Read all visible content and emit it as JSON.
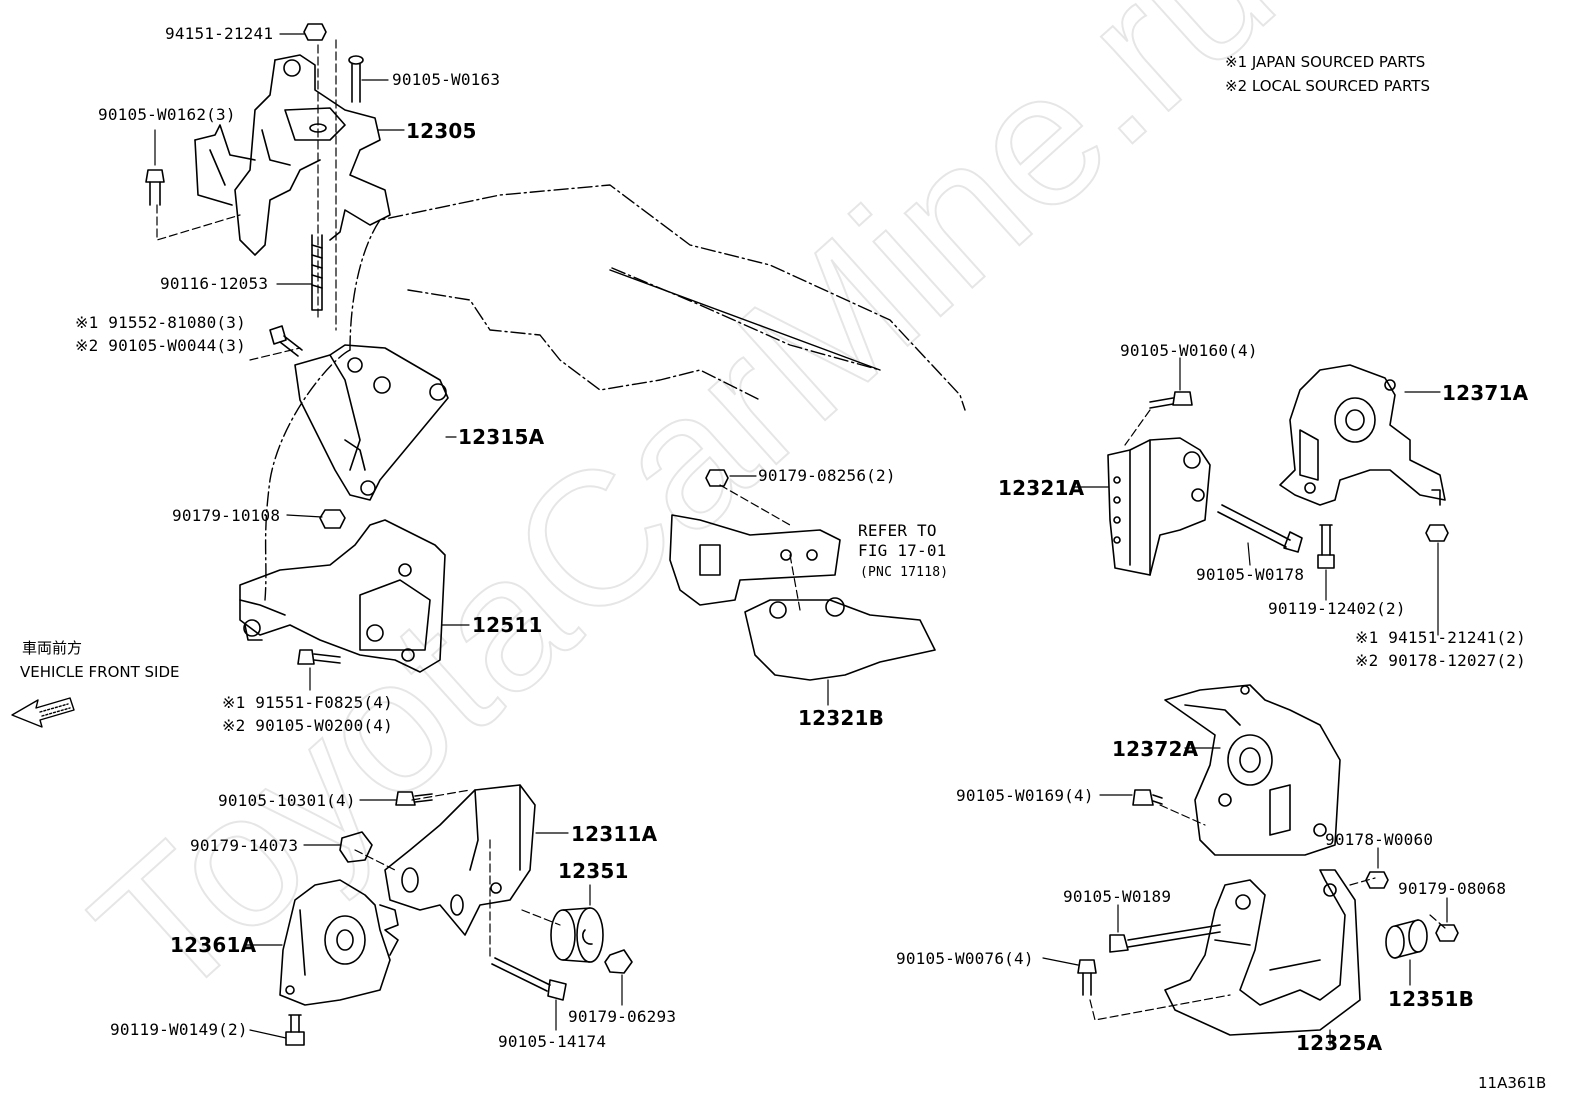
{
  "legend": {
    "note1": "※1  JAPAN SOURCED PARTS",
    "note2": "※2  LOCAL SOURCED PARTS"
  },
  "direction": {
    "jp": "車両前方",
    "en": "VEHICLE FRONT SIDE"
  },
  "watermark": "ToyotaCarMine.ru",
  "diagram_id": "11A361B",
  "refer": {
    "line1": "REFER TO",
    "line2": "FIG 17-01",
    "line3": "(PNC 17118)"
  },
  "parts": {
    "p94151_21241_top": "94151-21241",
    "p90105_W0163": "90105-W0163",
    "p90105_W0162": "90105-W0162(3)",
    "p12305": "12305",
    "p90116_12053": "90116-12053",
    "p91552_81080": "※1 91552-81080(3)",
    "p90105_W0044": "※2 90105-W0044(3)",
    "p12315A": "12315A",
    "p90179_10108": "90179-10108",
    "p12511": "12511",
    "p91551_F0825": "※1 91551-F0825(4)",
    "p90105_W0200": "※2 90105-W0200(4)",
    "p90179_08256": "90179-08256(2)",
    "p12321B": "12321B",
    "p90105_W0160": "90105-W0160(4)",
    "p12321A": "12321A",
    "p12371A": "12371A",
    "p90105_W0178": "90105-W0178",
    "p90119_12402": "90119-12402(2)",
    "p94151_21241_r": "※1 94151-21241(2)",
    "p90178_12027": "※2 90178-12027(2)",
    "p12372A": "12372A",
    "p90105_W0169": "90105-W0169(4)",
    "p90178_W0060": "90178-W0060",
    "p90105_W0189": "90105-W0189",
    "p90179_08068": "90179-08068",
    "p90105_W0076": "90105-W0076(4)",
    "p12351B": "12351B",
    "p12325A": "12325A",
    "p90105_10301": "90105-10301(4)",
    "p12311A": "12311A",
    "p90179_14073": "90179-14073",
    "p12351": "12351",
    "p12361A": "12361A",
    "p90119_W0149": "90119-W0149(2)",
    "p90179_06293": "90179-06293",
    "p90105_14174": "90105-14174"
  }
}
